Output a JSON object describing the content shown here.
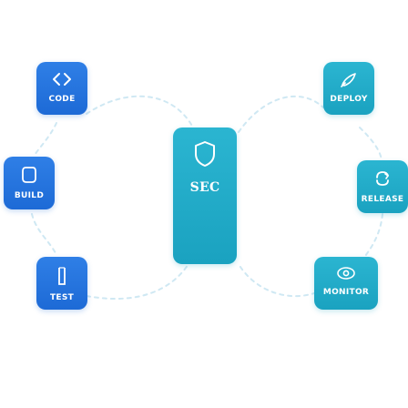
{
  "diagram": {
    "colors": {
      "primary": "#1d6ad6",
      "accent": "#1aa2c0",
      "connector": "#cfe8f3"
    },
    "nodes": {
      "code": {
        "label": "CODE",
        "icon": "code-brackets-icon"
      },
      "build": {
        "label": "BUILD",
        "icon": "build-icon"
      },
      "test": {
        "label": "TEST",
        "icon": "test-icon"
      },
      "sec": {
        "label": "SEC",
        "icon": "shield-icon"
      },
      "deploy": {
        "label": "DEPLOY",
        "icon": "rocket-icon"
      },
      "release": {
        "label": "RELEASE",
        "icon": "release-icon"
      },
      "monitor": {
        "label": "MONITOR",
        "icon": "eye-icon"
      }
    }
  }
}
